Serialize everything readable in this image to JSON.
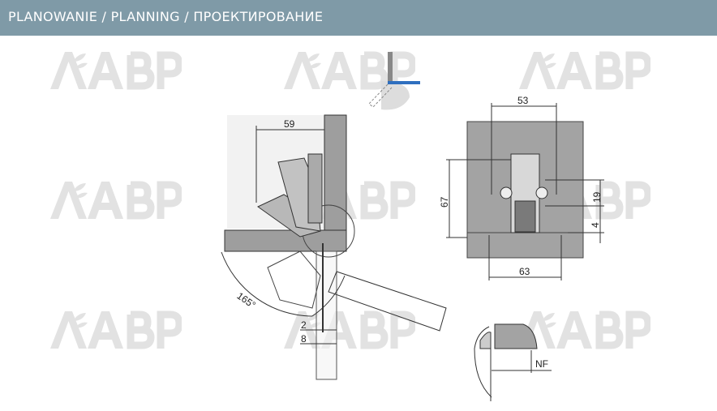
{
  "header": {
    "title": "PLANOWANIE / PLANNING / ПРОЕКТИРОВАНИЕ"
  },
  "watermark": {
    "text": "ΛABP"
  },
  "colors": {
    "header_bg": "#7f9aa7",
    "panel": "#a0a0a0",
    "accent_blue": "#2f6fbf"
  },
  "side_view": {
    "depth": "59",
    "angle": "165°",
    "gap": "2",
    "overlay": "8"
  },
  "front_view": {
    "width_top": "53",
    "height": "67",
    "screw": "19",
    "offset": "4",
    "width_bottom": "63"
  },
  "detail": {
    "label": "NF"
  }
}
